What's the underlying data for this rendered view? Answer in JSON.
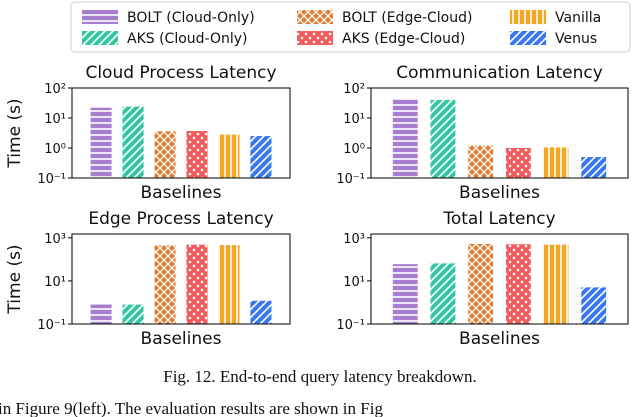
{
  "legend": {
    "placement": "top-center",
    "items": [
      {
        "label": "BOLT (Cloud-Only)",
        "color": "#a57ed0",
        "pattern": "horizontal-lines"
      },
      {
        "label": "AKS (Cloud-Only)",
        "color": "#35c6a1",
        "pattern": "diagonal-lines"
      },
      {
        "label": "BOLT (Edge-Cloud)",
        "color": "#df7f36",
        "pattern": "crosshatch"
      },
      {
        "label": "AKS (Edge-Cloud)",
        "color": "#f45b5b",
        "pattern": "dots"
      },
      {
        "label": "Vanilla",
        "color": "#f5a623",
        "pattern": "vertical-lines"
      },
      {
        "label": "Venus",
        "color": "#3a78ef",
        "pattern": "diagonal-lines"
      }
    ]
  },
  "caption": "Fig. 12.   End-to-end query latency breakdown.",
  "bottom_text": "in Figure 9(left). The evaluation results are shown in Fig",
  "chart_data": [
    {
      "type": "bar",
      "title": "Cloud Process Latency",
      "xlabel": "Baselines",
      "ylabel": "Time (s)",
      "yscale": "log",
      "ylim": [
        0.1,
        100
      ],
      "yticks": [
        "10⁻¹",
        "10⁰",
        "10¹",
        "10²"
      ],
      "categories": [
        "BOLT (Cloud-Only)",
        "AKS (Cloud-Only)",
        "BOLT (Edge-Cloud)",
        "AKS (Edge-Cloud)",
        "Vanilla",
        "Venus"
      ],
      "values": [
        22,
        24,
        3.6,
        3.7,
        2.8,
        2.5
      ],
      "grid": false
    },
    {
      "type": "bar",
      "title": "Communication Latency",
      "xlabel": "Baselines",
      "ylabel": "",
      "yscale": "log",
      "ylim": [
        0.1,
        100
      ],
      "yticks": [
        "10⁻¹",
        "10⁰",
        "10¹",
        "10²"
      ],
      "categories": [
        "BOLT (Cloud-Only)",
        "AKS (Cloud-Only)",
        "BOLT (Edge-Cloud)",
        "AKS (Edge-Cloud)",
        "Vanilla",
        "Venus"
      ],
      "values": [
        42,
        40,
        1.2,
        1.0,
        1.05,
        0.5
      ],
      "grid": false
    },
    {
      "type": "bar",
      "title": "Edge Process Latency",
      "xlabel": "Baselines",
      "ylabel": "Time (s)",
      "yscale": "log",
      "ylim": [
        0.1,
        1500
      ],
      "yticks": [
        "10⁻¹",
        "10¹",
        "10³"
      ],
      "yticks_at": [
        0.1,
        10,
        1000
      ],
      "categories": [
        "BOLT (Cloud-Only)",
        "AKS (Cloud-Only)",
        "BOLT (Edge-Cloud)",
        "AKS (Edge-Cloud)",
        "Vanilla",
        "Venus"
      ],
      "values": [
        0.8,
        0.8,
        450,
        480,
        460,
        1.2
      ],
      "grid": false
    },
    {
      "type": "bar",
      "title": "Total Latency",
      "xlabel": "Baselines",
      "ylabel": "",
      "yscale": "log",
      "ylim": [
        0.1,
        1500
      ],
      "yticks": [
        "10⁻¹",
        "10¹",
        "10³"
      ],
      "yticks_at": [
        0.1,
        10,
        1000
      ],
      "categories": [
        "BOLT (Cloud-Only)",
        "AKS (Cloud-Only)",
        "BOLT (Edge-Cloud)",
        "AKS (Edge-Cloud)",
        "Vanilla",
        "Venus"
      ],
      "values": [
        60,
        65,
        520,
        500,
        480,
        5
      ],
      "grid": false
    }
  ]
}
